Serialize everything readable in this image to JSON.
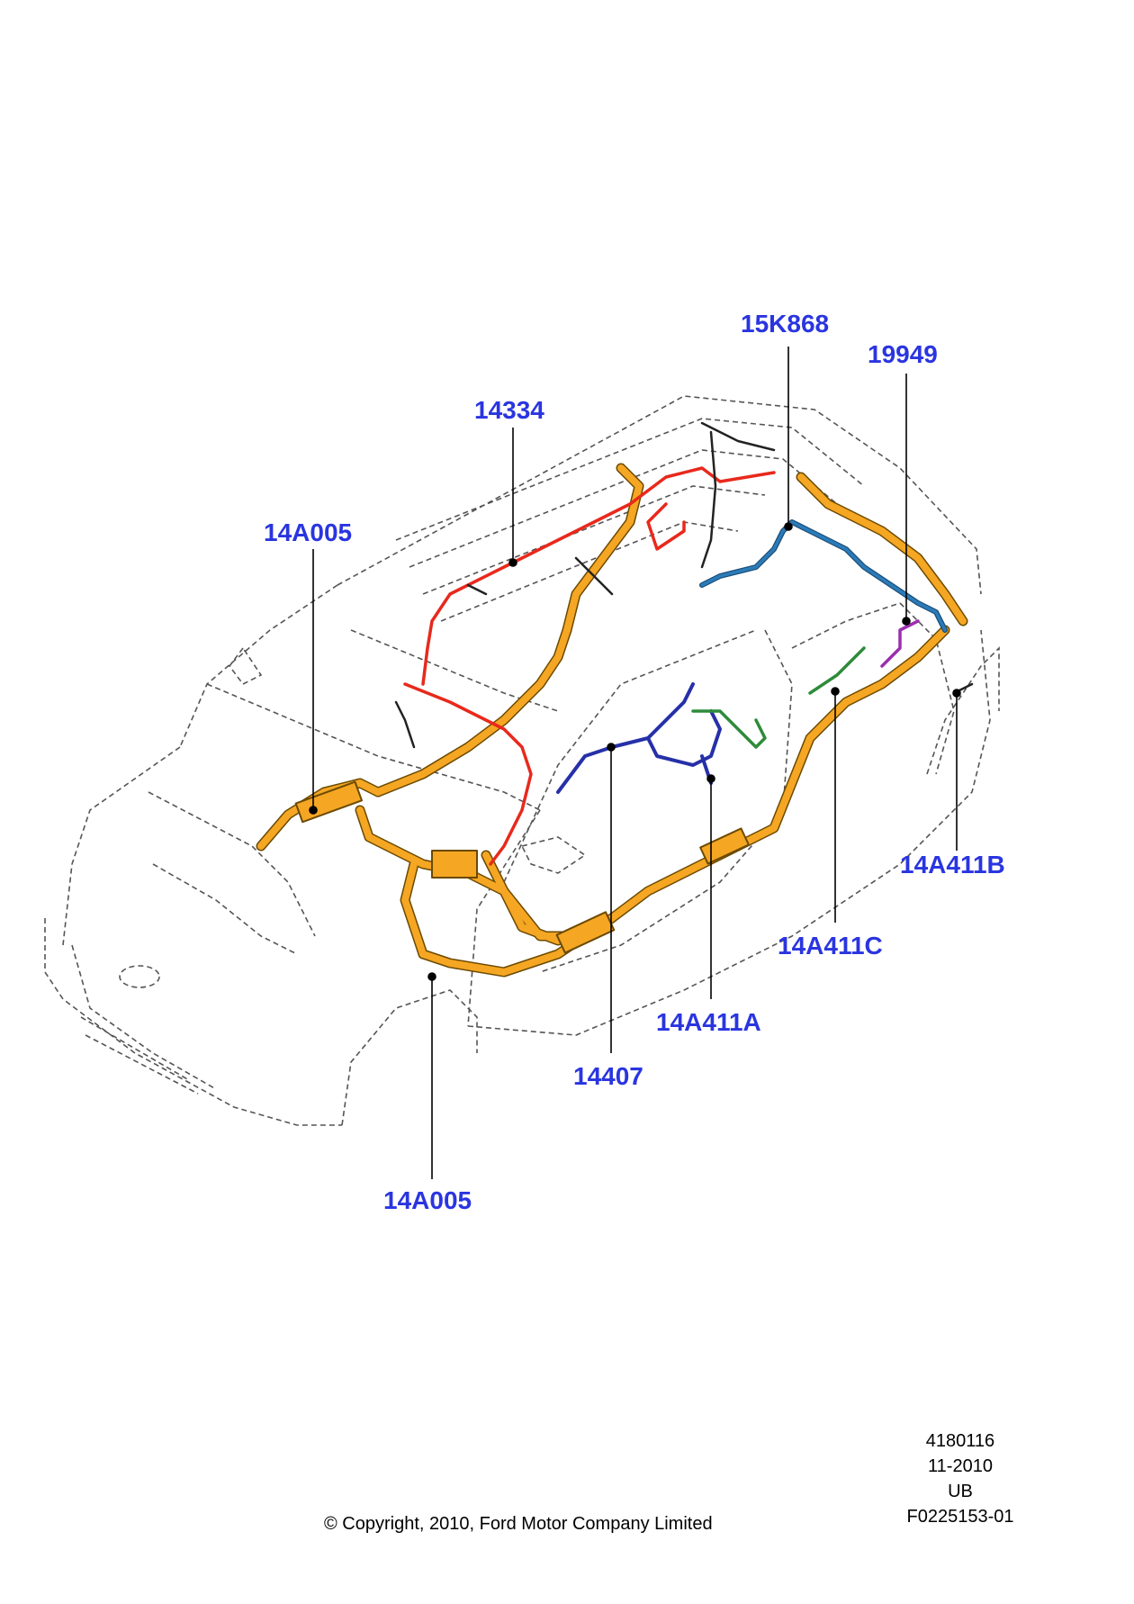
{
  "colors": {
    "callout_text": "#2a35e0",
    "outline": "#555555",
    "main_harness": "#f5a623",
    "roof_harness": "#e8291c",
    "rear_harness": "#2b7bb9",
    "door_harness_a": "#2630a8",
    "door_harness_c": "#2e8b3a",
    "harness_19949": "#9b2fae",
    "black_wire": "#222222"
  },
  "callouts": [
    {
      "id": "c1",
      "label": "15K868"
    },
    {
      "id": "c2",
      "label": "19949"
    },
    {
      "id": "c3",
      "label": "14334"
    },
    {
      "id": "c4",
      "label": "14A005"
    },
    {
      "id": "c5",
      "label": "14A411B"
    },
    {
      "id": "c6",
      "label": "14A411C"
    },
    {
      "id": "c7",
      "label": "14A411A"
    },
    {
      "id": "c8",
      "label": "14407"
    },
    {
      "id": "c9",
      "label": "14A005"
    }
  ],
  "meta_lines": [
    "4180116",
    "11-2010",
    "UB",
    "F0225153-01"
  ],
  "copyright": "© Copyright, 2010, Ford Motor Company Limited"
}
